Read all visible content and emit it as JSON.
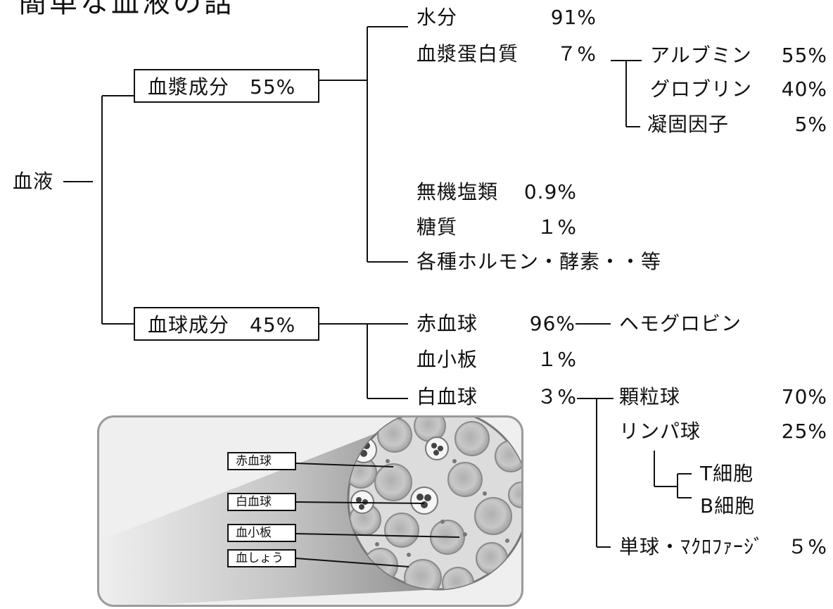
{
  "title": "簡単な血液の話",
  "root": "血液",
  "plasma": {
    "label": "血漿成分　55%",
    "items": {
      "water_name": "水分",
      "water_pct": "91%",
      "protein_name": "血漿蛋白質",
      "protein_pct": "７%",
      "salts_name": "無機塩類",
      "salts_pct": "0.9%",
      "sugar_name": "糖質",
      "sugar_pct": "１%",
      "other": "各種ホルモン・酵素・・等"
    },
    "proteins": {
      "albumin_name": "アルブミン",
      "albumin_pct": "55%",
      "globulin_name": "グロブリン",
      "globulin_pct": "40%",
      "clotting_name": "凝固因子",
      "clotting_pct": "5%"
    }
  },
  "cells": {
    "label": "血球成分　45%",
    "items": {
      "rbc_name": "赤血球",
      "rbc_pct": "96%",
      "hemoglobin": "ヘモグロビン",
      "platelet_name": "血小板",
      "platelet_pct": "１%",
      "wbc_name": "白血球",
      "wbc_pct": "３%"
    },
    "wbc": {
      "granulocyte_name": "顆粒球",
      "granulocyte_pct": "70%",
      "lymphocyte_name": "リンパ球",
      "lymphocyte_pct": "25%",
      "tcell": "T細胞",
      "bcell": "B細胞",
      "monocyte_name": "単球・ﾏｸﾛﾌｧｰｼﾞ",
      "monocyte_pct": "５%"
    }
  },
  "illustration": {
    "labels": [
      "赤血球",
      "白血球",
      "血小板",
      "血しょう"
    ]
  }
}
